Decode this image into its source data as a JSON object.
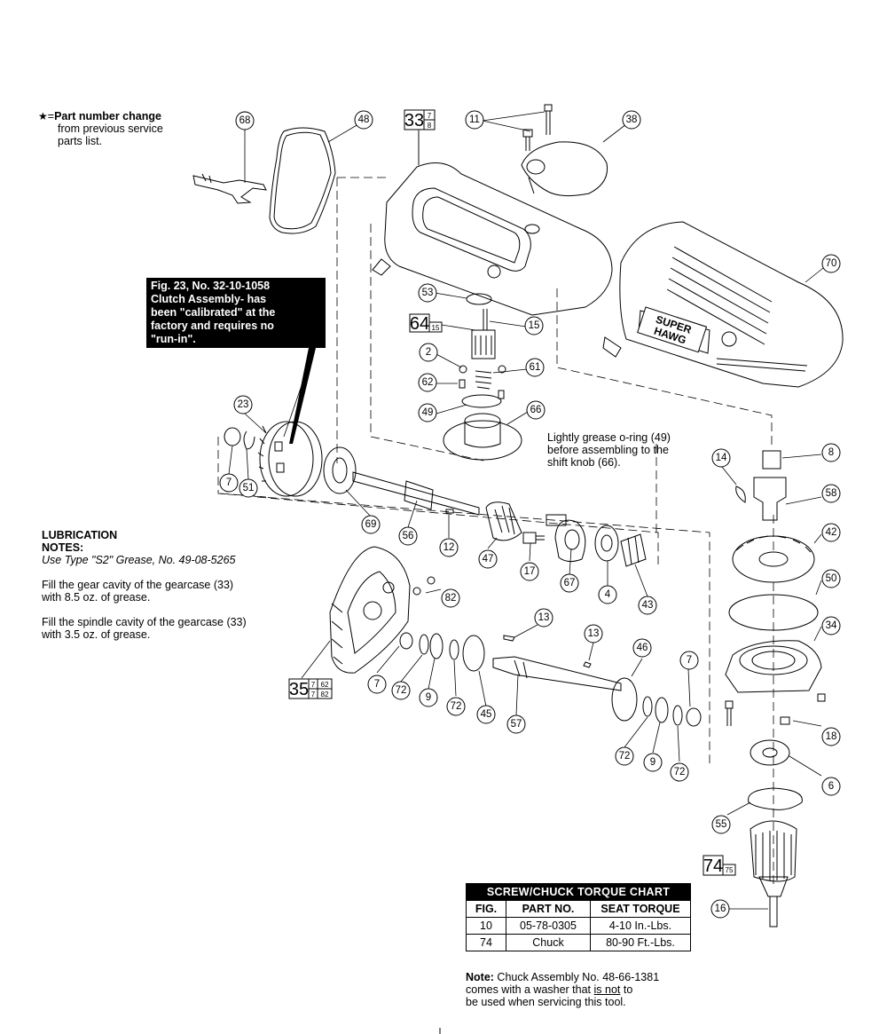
{
  "legend": {
    "symbol": "★",
    "equals": "=",
    "title": "Part number change",
    "line2": "from previous service",
    "line3": "parts list."
  },
  "clutch_note": {
    "l1": "Fig. 23, No. 32-10-1058",
    "l2": "Clutch Assembly- has",
    "l3": "been \"calibrated\" at the",
    "l4": "factory and requires no",
    "l5": "\"run-in\"."
  },
  "lubrication": {
    "title": "LUBRICATION",
    "title2": "NOTES:",
    "grease_type": "Use Type \"S2\" Grease, No. 49-08-5265",
    "gear_cavity_1": "Fill the gear cavity of the gearcase (33)",
    "gear_cavity_2": "with 8.5 oz. of grease.",
    "spindle_cavity_1": "Fill the spindle cavity of the gearcase (33)",
    "spindle_cavity_2": "with 3.5 oz. of grease."
  },
  "grease_note": {
    "l1": "Lightly grease o-ring (49)",
    "l2": "before assembling to the",
    "l3": "shift knob (66)."
  },
  "torque_chart": {
    "title": "SCREW/CHUCK TORQUE CHART",
    "headers": [
      "FIG.",
      "PART NO.",
      "SEAT TORQUE"
    ],
    "rows": [
      [
        "10",
        "05-78-0305",
        "4-10 In.-Lbs."
      ],
      [
        "74",
        "Chuck",
        "80-90 Ft.-Lbs."
      ]
    ]
  },
  "chuck_note": {
    "label": "Note:",
    "t1": " Chuck Assembly No. 48-66-1381",
    "t2": "comes with a washer that ",
    "emph": "is not",
    "t3": " to",
    "t4": "be used when servicing this tool."
  },
  "housing_label": {
    "l1": "SUPER",
    "l2": "HAWG"
  },
  "box_refs": [
    {
      "id": "ref-33",
      "big": "33",
      "top": "7",
      "bottom": "8"
    },
    {
      "id": "ref-64",
      "big": "64",
      "top": "15",
      "bottom": ""
    },
    {
      "id": "ref-35",
      "big": "35",
      "top": "7",
      "top2": "62",
      "bottom": "7",
      "bottom2": "82"
    },
    {
      "id": "ref-74",
      "big": "74",
      "top": "75",
      "bottom": ""
    }
  ],
  "callouts": [
    "68",
    "48",
    "11",
    "38",
    "70",
    "53",
    "15",
    "2",
    "61",
    "62",
    "49",
    "66",
    "23",
    "7",
    "51",
    "69",
    "56",
    "12",
    "47",
    "17",
    "67",
    "4",
    "43",
    "8",
    "14",
    "58",
    "42",
    "50",
    "34",
    "82",
    "13",
    "13",
    "46",
    "7",
    "72",
    "9",
    "72",
    "45",
    "57",
    "72",
    "9",
    "72",
    "18",
    "6",
    "55",
    "16"
  ]
}
